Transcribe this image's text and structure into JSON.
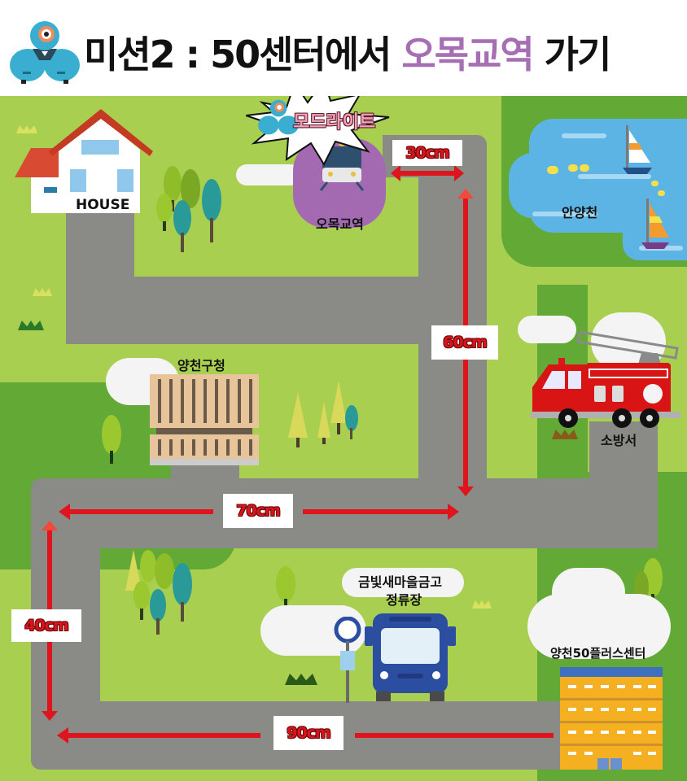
{
  "header": {
    "title_prefix": "미션2 : 50센터에서",
    "title_highlight": "오목교역",
    "title_suffix": "가기",
    "highlight_color": "#a66fb3",
    "robot_icon": "dash-robot-icon"
  },
  "map": {
    "landmarks": {
      "house": "HOUSE",
      "station": "오목교역",
      "river": "안양천",
      "fire_station": "소방서",
      "district_office": "양천구청",
      "bus_stop_line1": "금빛새마을금고",
      "bus_stop_line2": "정류장",
      "start_center": "양천50플러스센터"
    },
    "burst_label": "모드라이트",
    "distances": {
      "d90": "90cm",
      "d40": "40cm",
      "d70": "70cm",
      "d60": "60cm",
      "d30": "30cm"
    },
    "colors": {
      "grass": "#a8cf50",
      "grass_dark": "#62a935",
      "road": "#8a8a86",
      "arrow": "#e0141c",
      "water": "#5cb4e4"
    }
  }
}
